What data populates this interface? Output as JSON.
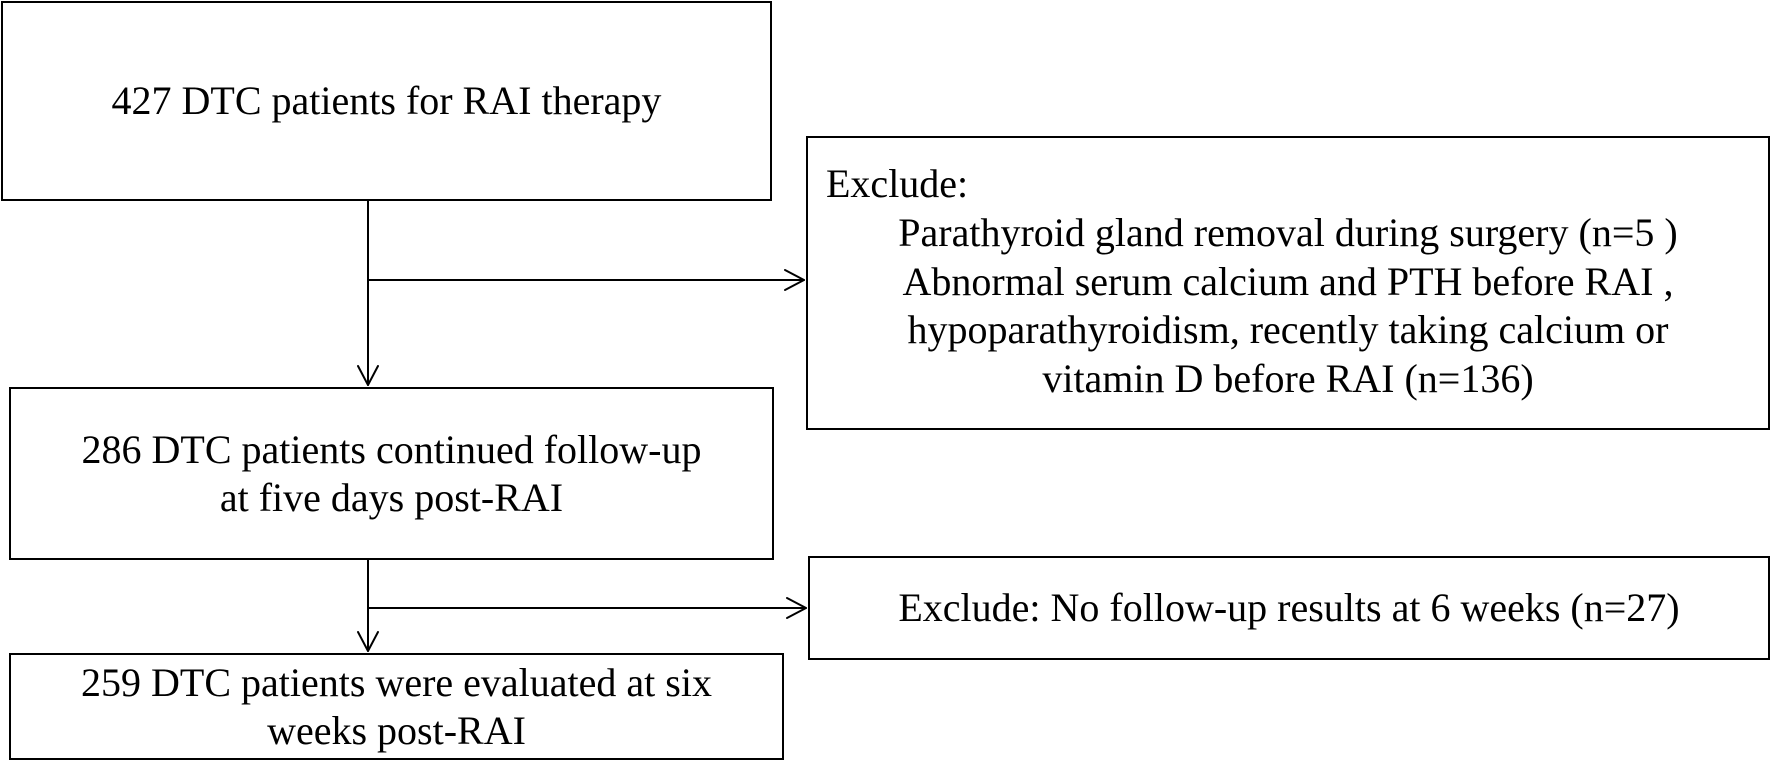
{
  "flowchart": {
    "start": {
      "lines": [
        "427 DTC patients for RAI therapy"
      ]
    },
    "exclusion_1": {
      "heading": "Exclude:",
      "items": [
        "Parathyroid gland removal during surgery (n=5 )",
        "Abnormal serum calcium and PTH before RAI ,",
        "hypoparathyroidism, recently taking calcium or",
        "vitamin D before RAI (n=136)"
      ]
    },
    "followup": {
      "lines": [
        "286 DTC patients continued follow-up",
        "at five days post-RAI"
      ]
    },
    "exclusion_2": {
      "lines": [
        "Exclude: No follow-up results at 6 weeks (n=27)"
      ]
    },
    "final": {
      "lines": [
        "259 DTC patients were evaluated at six",
        "weeks post-RAI"
      ]
    }
  }
}
